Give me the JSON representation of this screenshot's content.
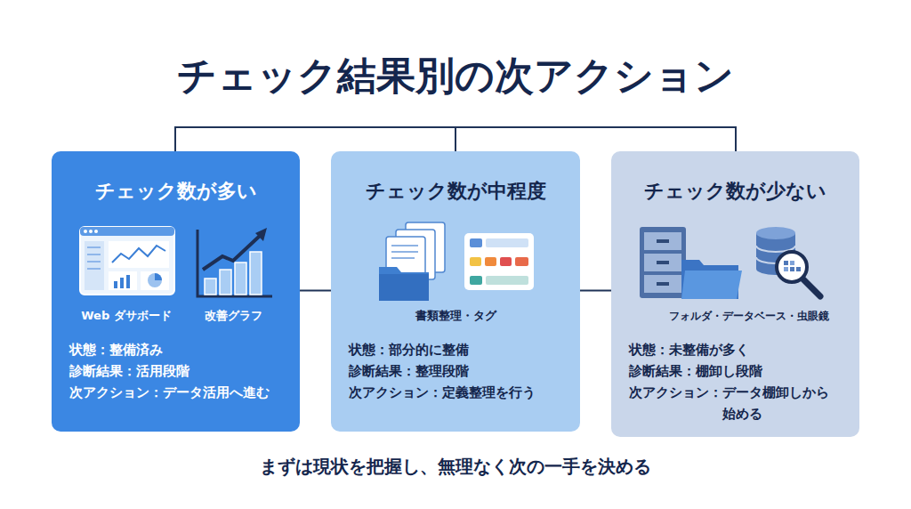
{
  "diagram": {
    "title": "チェック結果別の次アクション",
    "caption": "まずは現状を把握し、無理なく次の一手を決める",
    "nodes": [
      {
        "text": [
          "チェック数が多い",
          "Web ダサボード",
          "改善グラフ",
          "状態：整備済み",
          "診断結果：活用段階",
          "次アクション：データ活用へ進む"
        ]
      },
      {
        "text": [
          "チェック数が中程度",
          "書類整理・タグ",
          "状態：部分的に整備",
          "診断結果：整理段階",
          "次アクション：定義整理を行う"
        ]
      },
      {
        "text": [
          "チェック数が少ない",
          "フォルダ・データベース・虫眼鏡",
          "状態：未整備が多く",
          "診断結果：棚卸し段階",
          "次アクション：データ棚卸しから 始める"
        ]
      }
    ],
    "edges": [
      {
        "from": 0,
        "to": 1,
        "arrow": "none"
      },
      {
        "from": 1,
        "to": 2,
        "arrow": "none"
      }
    ]
  }
}
